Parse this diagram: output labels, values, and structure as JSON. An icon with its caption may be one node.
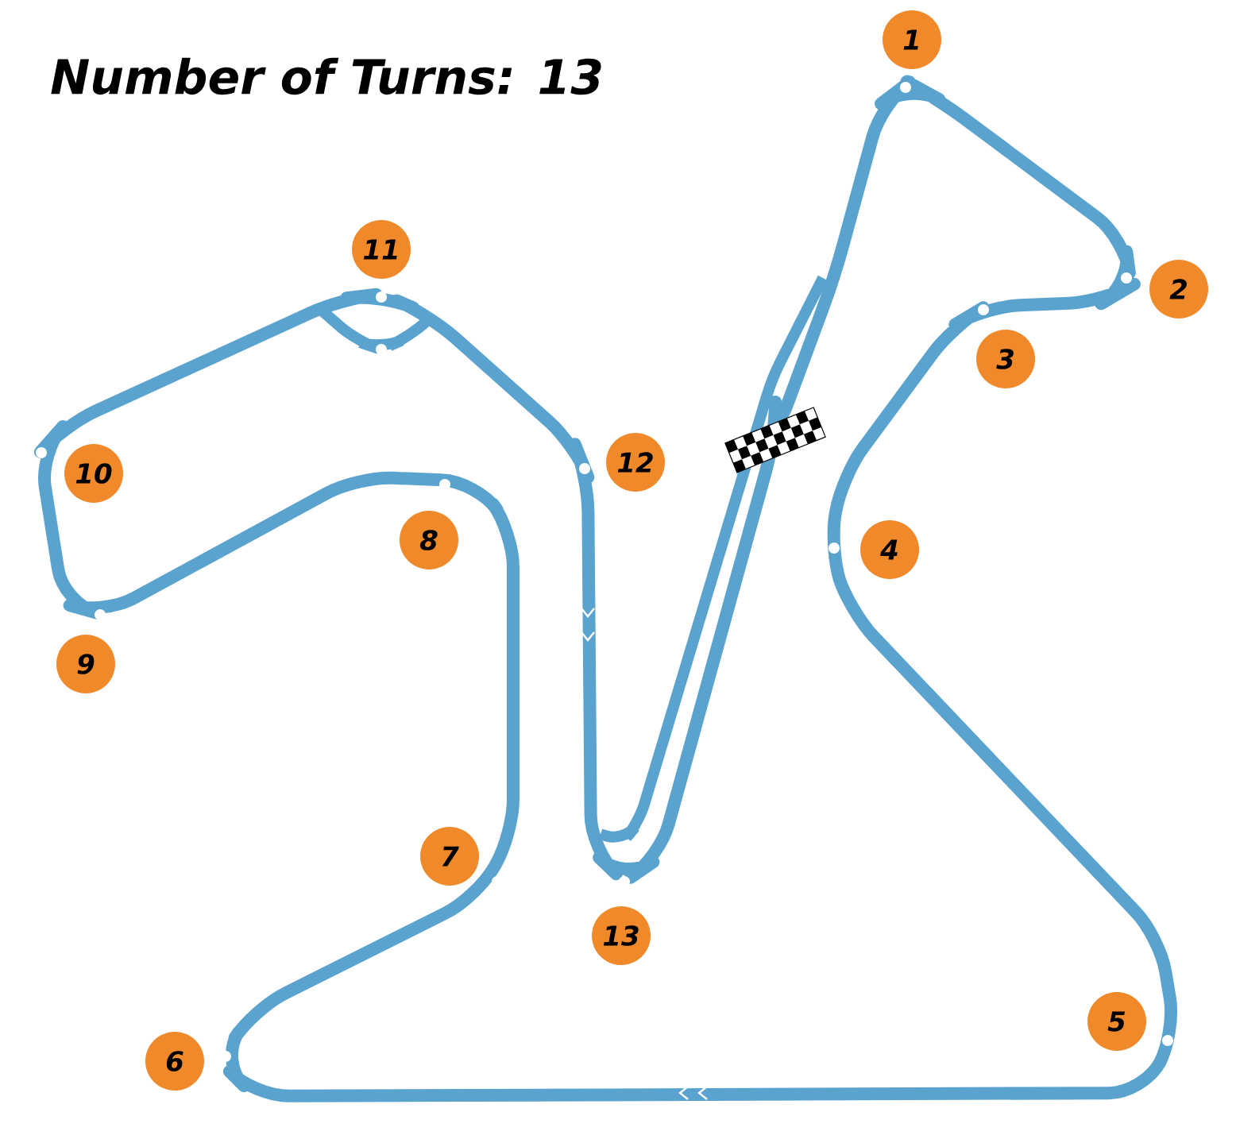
{
  "diagram": {
    "title": "Number of Turns: 13",
    "nodes": [
      {
        "text": [
          "1"
        ]
      },
      {
        "text": [
          "2"
        ]
      },
      {
        "text": [
          "3"
        ]
      },
      {
        "text": [
          "4"
        ]
      },
      {
        "text": [
          "5"
        ]
      },
      {
        "text": [
          "6"
        ]
      },
      {
        "text": [
          "7"
        ]
      },
      {
        "text": [
          "8"
        ]
      },
      {
        "text": [
          "9"
        ]
      },
      {
        "text": [
          "10"
        ]
      },
      {
        "text": [
          "11"
        ]
      },
      {
        "text": [
          "12"
        ]
      },
      {
        "text": [
          "13"
        ]
      }
    ]
  }
}
